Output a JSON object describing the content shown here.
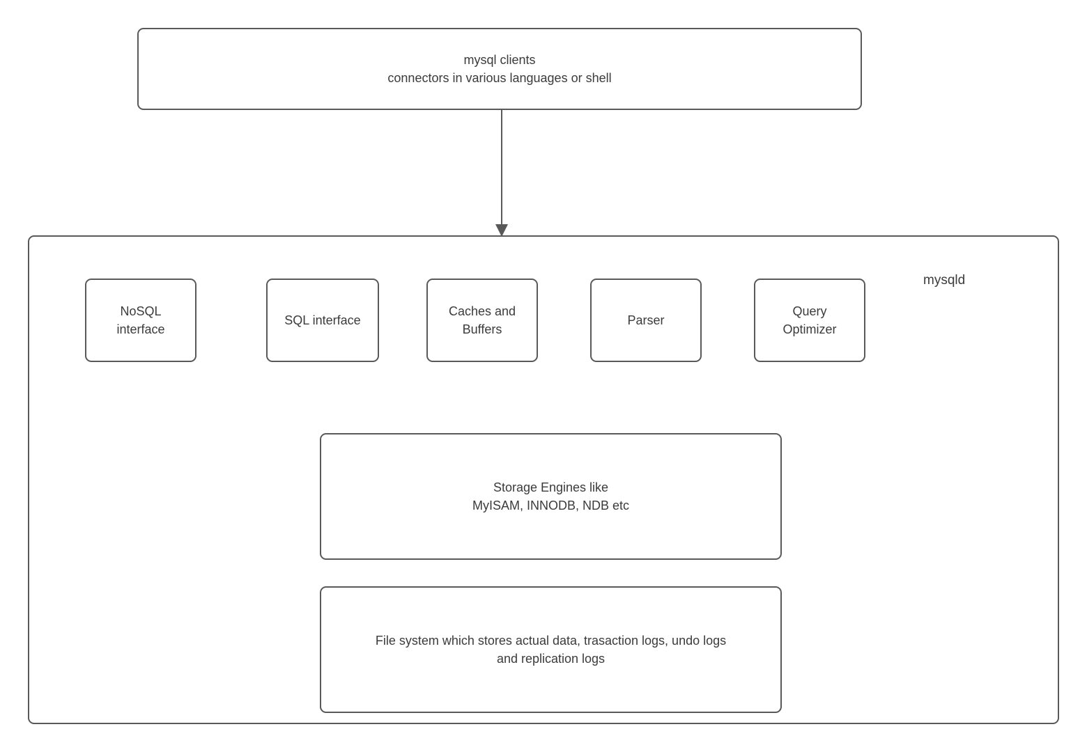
{
  "diagram": {
    "clients_box": {
      "text": "mysql clients\nconnectors in various languages or shell"
    },
    "connector": {
      "direction": "down"
    },
    "mysqld": {
      "label": "mysqld",
      "components": [
        {
          "label": "NoSQL\ninterface"
        },
        {
          "label": "SQL interface"
        },
        {
          "label": "Caches and\nBuffers"
        },
        {
          "label": "Parser"
        },
        {
          "label": "Query\nOptimizer"
        }
      ],
      "storage_box": {
        "text": "Storage Engines like\nMyISAM, INNODB, NDB etc"
      },
      "filesystem_box": {
        "text": "File system which stores actual data, trasaction logs, undo logs\nand replication logs"
      }
    },
    "colors": {
      "border": "#595959",
      "text": "#3b3b3b",
      "background": "#ffffff"
    }
  }
}
